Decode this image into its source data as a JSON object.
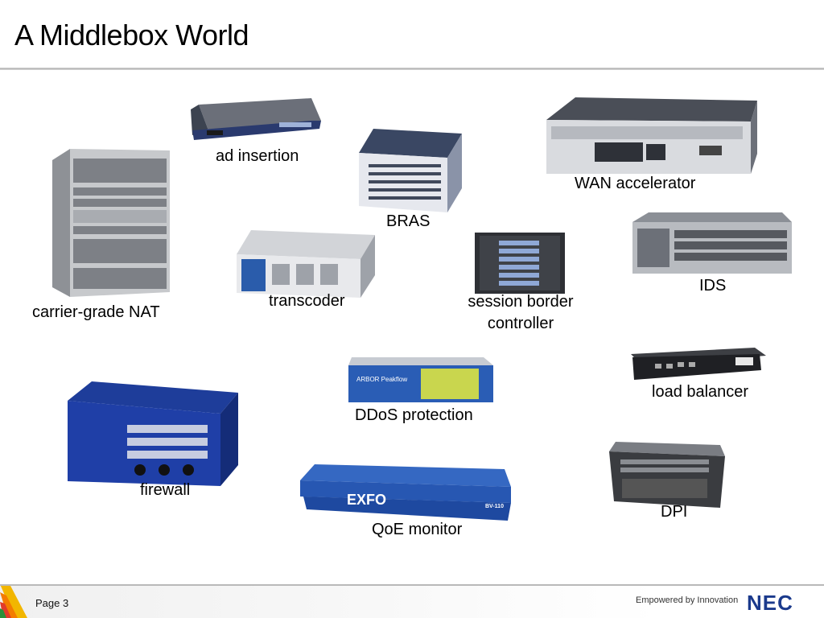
{
  "slide": {
    "title": "A Middlebox World",
    "devices": {
      "ad_insertion": "ad insertion",
      "bras": "BRAS",
      "wan_accelerator": "WAN accelerator",
      "carrier_grade_nat": "carrier-grade NAT",
      "transcoder": "transcoder",
      "session_border_controller_line1": "session border",
      "session_border_controller_line2": "controller",
      "ids": "IDS",
      "load_balancer": "load balancer",
      "ddos_protection": "DDoS protection",
      "firewall": "firewall",
      "qoe_monitor": "QoE monitor",
      "dpi": "DPI"
    },
    "device_markings": {
      "ddos_brand": "ARBOR Peakflow",
      "qoe_brand": "EXFO",
      "qoe_model": "BV-110"
    }
  },
  "footer": {
    "page": "Page 3",
    "tagline": "Empowered by Innovation",
    "logo": "NEC"
  },
  "colors": {
    "accent_blue": "#1b3a8c",
    "rule_gray": "#b9b9b9"
  }
}
